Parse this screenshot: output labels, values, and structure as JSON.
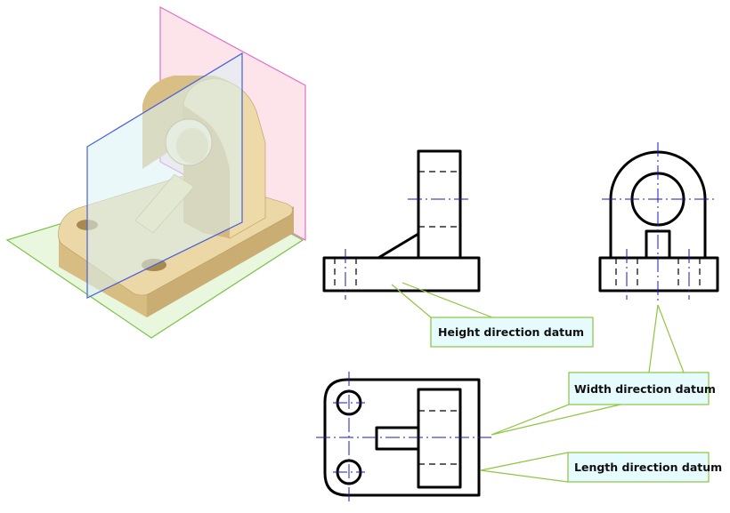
{
  "labels": {
    "height_datum": "Height direction datum",
    "width_datum": "Width direction datum",
    "length_datum": "Length direction datum"
  },
  "colors": {
    "part_fill": "#e8d29c",
    "part_shadow": "#cdb27a",
    "datum_plane_green": "#e9f7df",
    "datum_plane_pink": "#fde3ea",
    "datum_plane_blue": "#dff4f8",
    "center_line": "#1a1ab8",
    "leader_green": "#8dc63f",
    "label_fill": "#e6fbfd"
  }
}
